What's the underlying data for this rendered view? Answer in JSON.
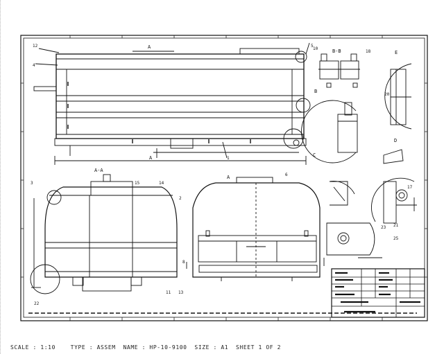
{
  "drawing": {
    "view_labels": {
      "section_aa_top": "A",
      "section_aa_bottom": "A",
      "section_bb": "B-B",
      "section_aa_front": "A-A",
      "section_rear": "A",
      "detail_b": "B",
      "detail_c": "C",
      "detail_d": "D",
      "detail_e": "E"
    },
    "balloons": {
      "n1": "1",
      "n2": "2",
      "n3": "3",
      "n4": "4",
      "n5": "5",
      "n6": "6",
      "n8": "8",
      "n10": "10",
      "n11": "11",
      "n12": "12",
      "n13": "13",
      "n14": "14",
      "n15": "15",
      "n17": "17",
      "n18": "18",
      "n20": "20",
      "n21": "21",
      "n22": "22",
      "n23": "23",
      "n25": "25"
    }
  },
  "status_bar": {
    "text": "SCALE : 1:10    TYPE : ASSEM  NAME : HP-10-9100  SIZE : A1  SHEET 1 OF 2"
  }
}
